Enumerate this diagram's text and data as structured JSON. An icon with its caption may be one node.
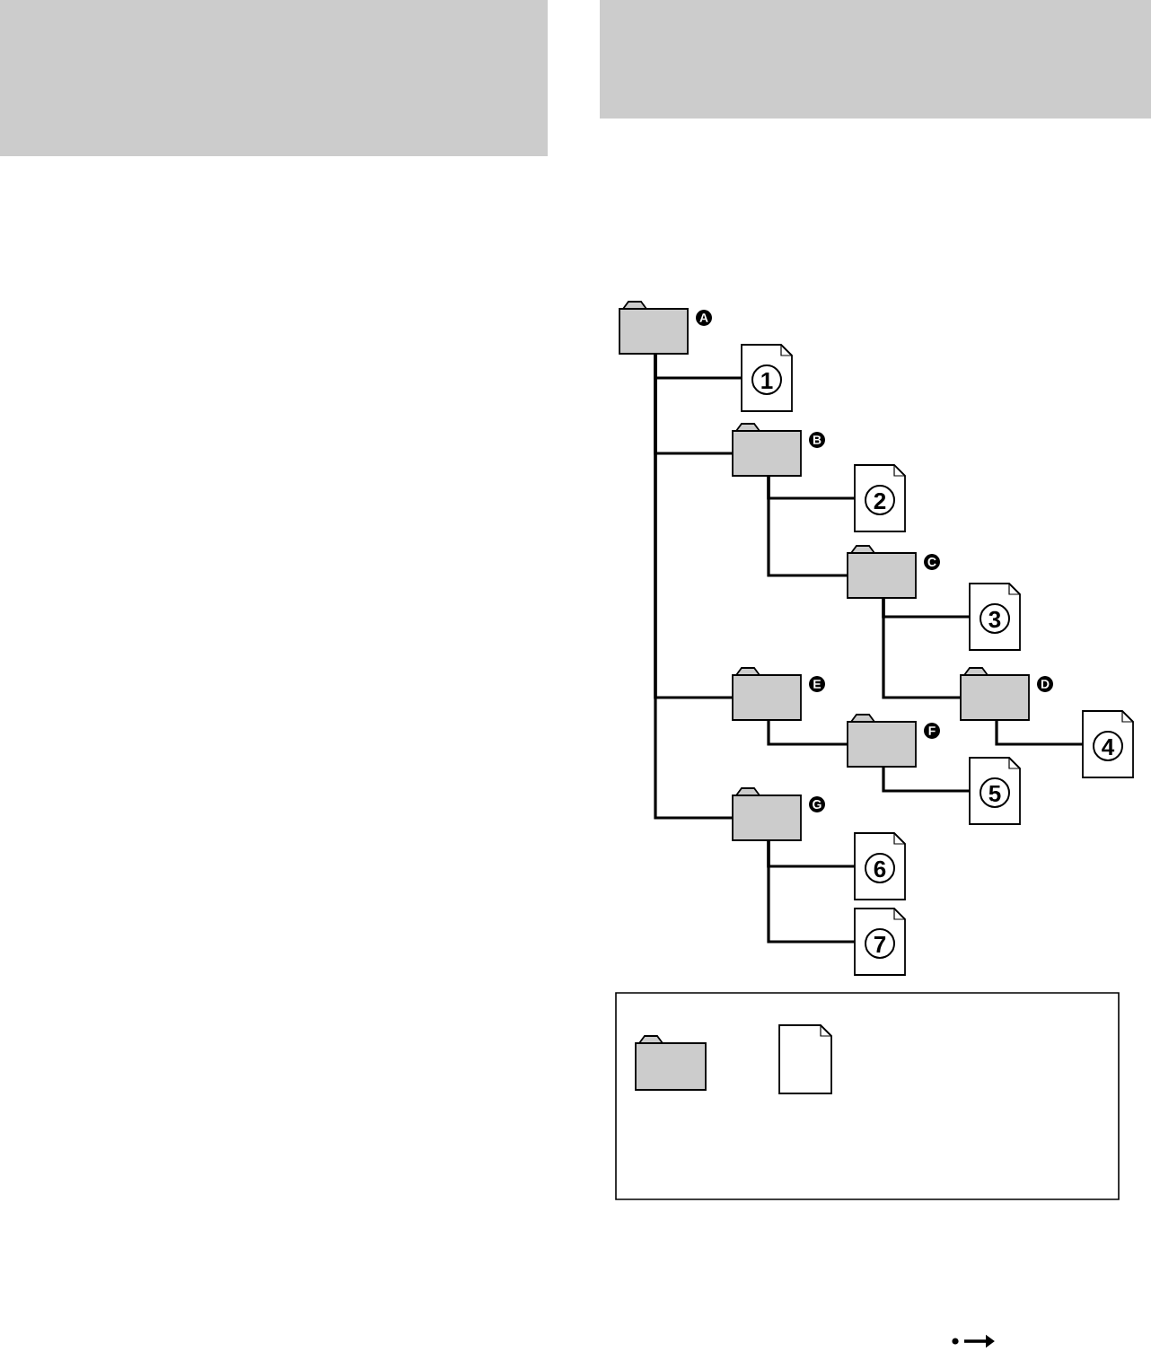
{
  "diagram": {
    "nodes": [
      {
        "text": [],
        "shape": "folder",
        "beside": [
          "A"
        ]
      },
      {
        "text": [
          "1"
        ]
      },
      {
        "text": [],
        "shape": "folder",
        "beside": [
          "B"
        ]
      },
      {
        "text": [
          "2"
        ]
      },
      {
        "text": [],
        "shape": "folder",
        "beside": [
          "C"
        ]
      },
      {
        "text": [
          "3"
        ]
      },
      {
        "text": [],
        "shape": "folder",
        "beside": [
          "D"
        ]
      },
      {
        "text": [
          "4"
        ]
      },
      {
        "text": [],
        "shape": "folder",
        "beside": [
          "E"
        ]
      },
      {
        "text": [],
        "shape": "folder",
        "beside": [
          "F"
        ]
      },
      {
        "text": [
          "5"
        ]
      },
      {
        "text": [],
        "shape": "folder",
        "beside": [
          "G"
        ]
      },
      {
        "text": [
          "6"
        ]
      },
      {
        "text": [
          "7"
        ]
      }
    ],
    "edges": [
      {
        "from": 0,
        "to": 1,
        "arrow": "none"
      },
      {
        "from": 0,
        "to": 2,
        "arrow": "none"
      },
      {
        "from": 2,
        "to": 3,
        "arrow": "none"
      },
      {
        "from": 2,
        "to": 4,
        "arrow": "none"
      },
      {
        "from": 4,
        "to": 5,
        "arrow": "none"
      },
      {
        "from": 4,
        "to": 6,
        "arrow": "none"
      },
      {
        "from": 6,
        "to": 7,
        "arrow": "none"
      },
      {
        "from": 0,
        "to": 8,
        "arrow": "none"
      },
      {
        "from": 8,
        "to": 9,
        "arrow": "none"
      },
      {
        "from": 9,
        "to": 10,
        "arrow": "none"
      },
      {
        "from": 0,
        "to": 11,
        "arrow": "none"
      },
      {
        "from": 11,
        "to": 12,
        "arrow": "none"
      },
      {
        "from": 11,
        "to": 13,
        "arrow": "none"
      }
    ]
  }
}
